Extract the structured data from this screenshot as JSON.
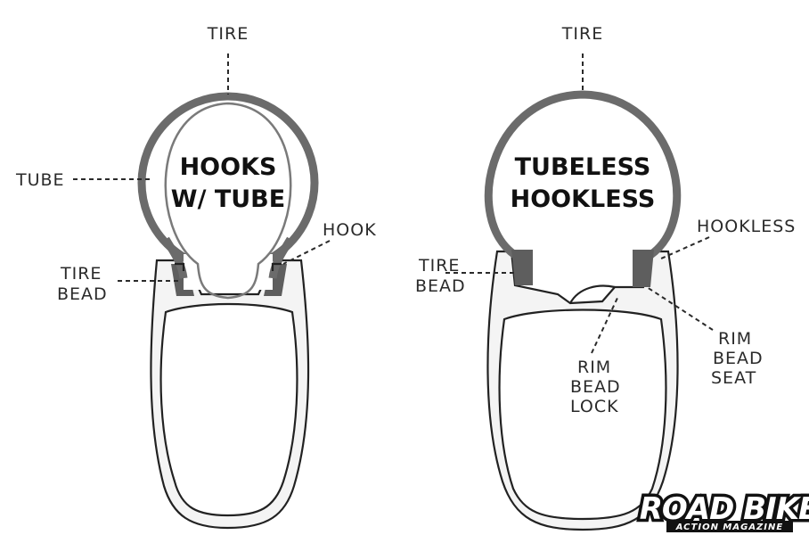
{
  "left": {
    "title_line1": "HOOKS",
    "title_line2": "W/ TUBE",
    "label_tire": "TIRE",
    "label_tube": "TUBE",
    "label_hook": "HOOK",
    "label_bead_1": "TIRE",
    "label_bead_2": "BEAD"
  },
  "right": {
    "title_line1": "TUBELESS",
    "title_line2": "HOOKLESS",
    "label_tire": "TIRE",
    "label_hookless": "HOOKLESS",
    "label_bead_1": "TIRE",
    "label_bead_2": "BEAD",
    "label_seat_1": "RIM",
    "label_seat_2": "BEAD",
    "label_seat_3": "SEAT",
    "label_lock_1": "RIM",
    "label_lock_2": "BEAD",
    "label_lock_3": "LOCK"
  },
  "logo": {
    "name": "ROAD BIKE",
    "tagline": "ACTION MAGAZINE"
  }
}
